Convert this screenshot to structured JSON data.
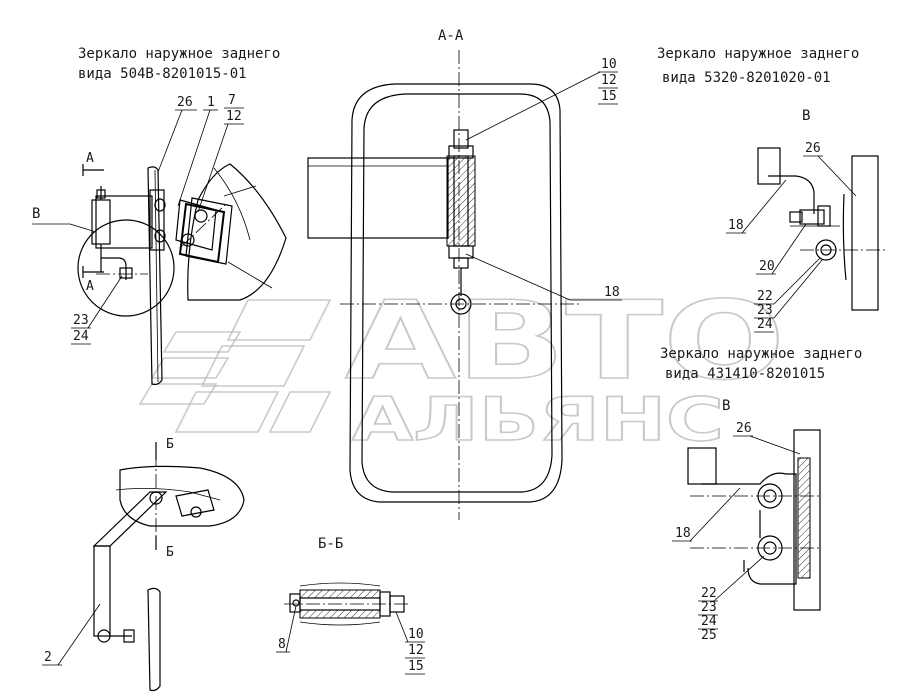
{
  "titles": {
    "mirror_left_line1": "Зеркало наружное заднего",
    "mirror_left_line2": "вида 504В-8201015-01",
    "mirror_right_line1": "Зеркало наружное заднего",
    "mirror_right_line2": "вида 5320-8201020-01",
    "mirror_lower_line1": "Зеркало наружное заднего",
    "mirror_lower_line2": "вида 431410-8201015"
  },
  "sections": {
    "aa": "А-А",
    "bb": "Б-Б",
    "view_b_top": "В",
    "view_b_left": "В",
    "view_b_lower": "В",
    "cut_a_top": "А",
    "cut_a_bottom": "А",
    "cut_b_top": "Б",
    "cut_b_bottom": "Б"
  },
  "callouts": {
    "p26_left": "26",
    "p1": "1",
    "p7": "7",
    "p12_left": "12",
    "p23_left": "23",
    "p24_left": "24",
    "p10_top": "10",
    "p12_top": "12",
    "p15_top": "15",
    "p18_center": "18",
    "p26_right": "26",
    "p18_right": "18",
    "p20": "20",
    "p22_right": "22",
    "p23_right": "23",
    "p24_right": "24",
    "p26_lower": "26",
    "p18_lower": "18",
    "p22_lower": "22",
    "p23_lower": "23",
    "p24_lower": "24",
    "p25_lower": "25",
    "p2": "2",
    "p8": "8",
    "p10_bb": "10",
    "p12_bb": "12",
    "p15_bb": "15"
  },
  "watermark": {
    "line1": "АВТО",
    "line2": "АЛЬЯНС"
  }
}
